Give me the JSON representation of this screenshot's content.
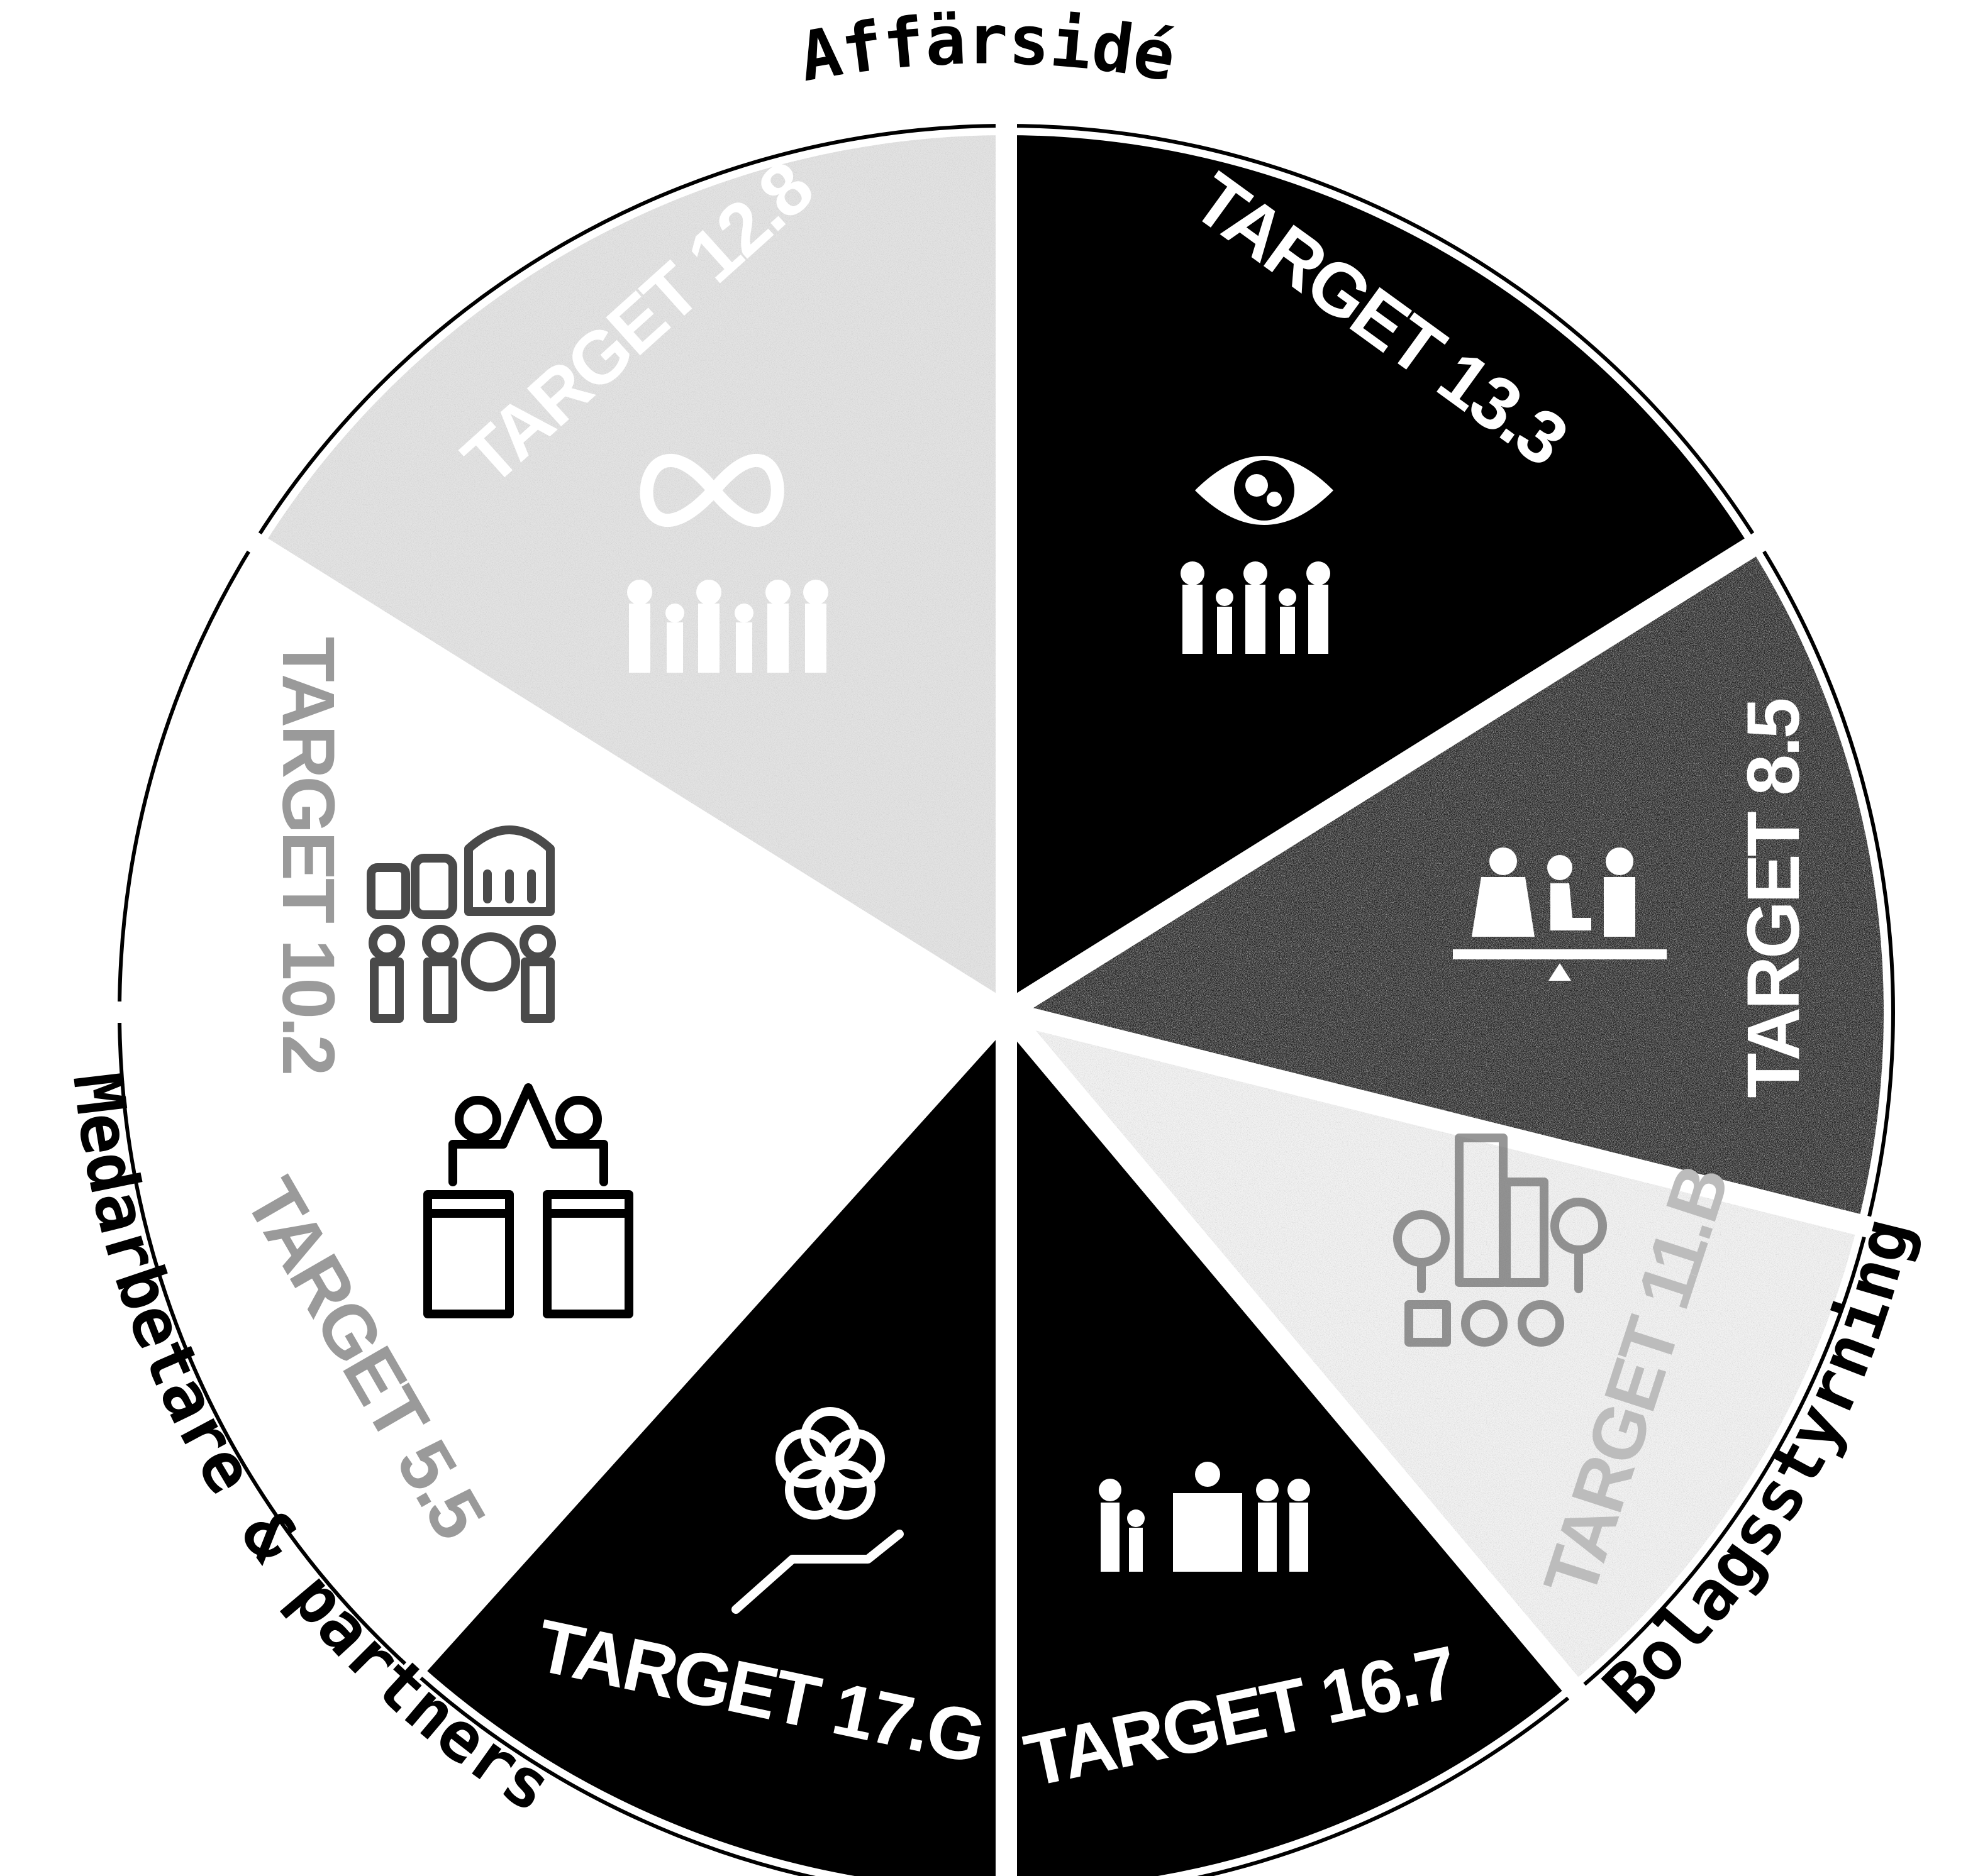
{
  "categories": {
    "top": "Affärsidé",
    "left": "Medarbetare & partners",
    "right": "Bolagsstyrning"
  },
  "segments": [
    {
      "id": "t13-3",
      "label": "TARGET 13.3",
      "fill": "#000000",
      "text_color": "#ffffff",
      "icon": "eye-globe-people-icon"
    },
    {
      "id": "t8-5",
      "label": "TARGET 8.5",
      "fill": "#262626",
      "text_color": "#ffffff",
      "icon": "equality-scale-people-icon"
    },
    {
      "id": "t11-b",
      "label": "TARGET 11.B",
      "fill": "#f2f2f2",
      "text_color": "#bcbcbc",
      "icon": "city-buildings-icon"
    },
    {
      "id": "t16-7",
      "label": "TARGET 16.7",
      "fill": "#000000",
      "text_color": "#ffffff",
      "icon": "speaker-podium-people-icon"
    },
    {
      "id": "t17-g",
      "label": "TARGET 17.G",
      "fill": "#000000",
      "text_color": "#ffffff",
      "icon": "hand-holding-flower-icon"
    },
    {
      "id": "t5-5",
      "label": "TARGET 5.5",
      "fill": "#ffffff",
      "text_color": "#9a9a9a",
      "icon": "high-five-podiums-icon"
    },
    {
      "id": "t10-2",
      "label": "TARGET 10.2",
      "fill": "#ffffff",
      "text_color": "#9a9a9a",
      "icon": "institution-people-icon"
    },
    {
      "id": "t12-8",
      "label": "TARGET 12.8",
      "fill": "#e3e3e3",
      "text_color": "#ffffff",
      "icon": "infinity-people-icon"
    }
  ],
  "colors": {
    "background": "#ffffff",
    "outline": "#000000"
  }
}
